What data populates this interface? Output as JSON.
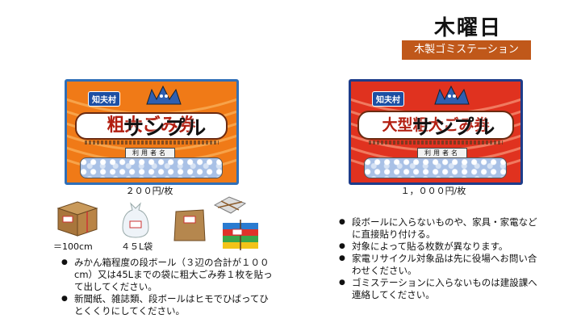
{
  "header": {
    "day": "木曜日",
    "station_label": "木製ゴミステーション"
  },
  "left_ticket": {
    "village": "知夫村",
    "title": "粗大ごみ券",
    "watermark": "サンプル",
    "user_label": "利用者名",
    "price": "２００円/枚",
    "colors": {
      "bg": "#f07a17",
      "ray": "#f7a34a",
      "border": "#2f6fb8"
    }
  },
  "right_ticket": {
    "village": "知夫村",
    "title": "大型粗大ごみ券",
    "watermark": "サンプル",
    "user_label": "利用者名",
    "price": "１，０００円/枚",
    "colors": {
      "bg": "#e0321f",
      "ray": "#f07a60",
      "border": "#1d3c8a"
    }
  },
  "left_items": {
    "box_caption": "＝100cm",
    "bag_caption": "４５L袋"
  },
  "left_notes": [
    "みかん箱程度の段ボール（３辺の合計が１００cm）又は45Lまでの袋に粗大ごみ券１枚を貼って出してください。",
    "新聞紙、雑誌類、段ボールはヒモでひばってひとくくりにしてください。"
  ],
  "right_notes": [
    "段ボールに入らないものや、家具・家電などに直接貼り付ける。",
    "対象によって貼る枚数が異なります。",
    "家電リサイクル対象品は先に役場へお問い合わせください。",
    "ゴミステーションに入らないものは建設課へ連絡してください。"
  ]
}
